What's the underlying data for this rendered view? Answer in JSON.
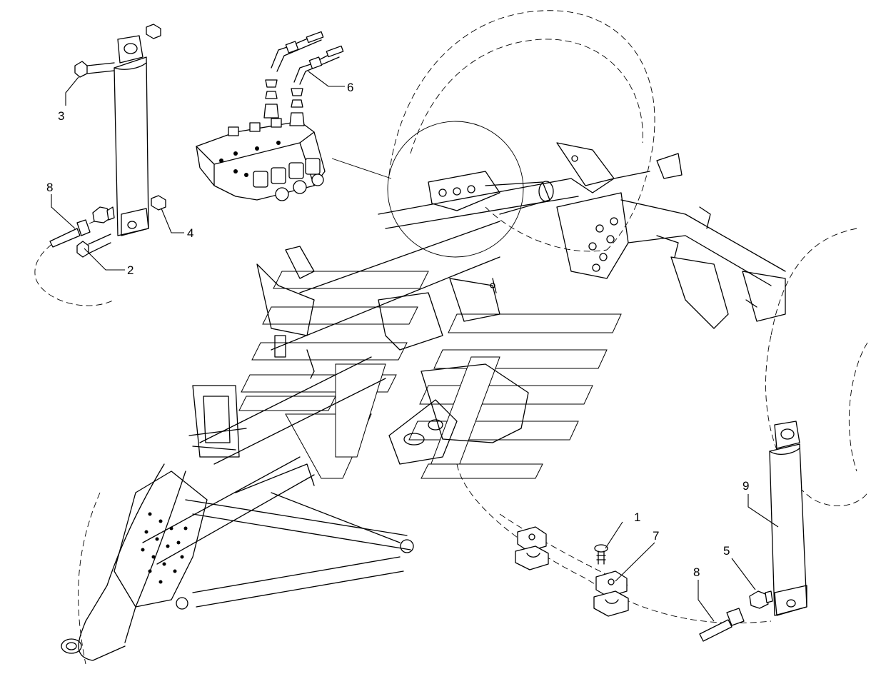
{
  "callouts": [
    {
      "id": "c1",
      "label": "1"
    },
    {
      "id": "c2",
      "label": "2"
    },
    {
      "id": "c3",
      "label": "3"
    },
    {
      "id": "c4",
      "label": "4"
    },
    {
      "id": "c5",
      "label": "5"
    },
    {
      "id": "c6",
      "label": "6"
    },
    {
      "id": "c7",
      "label": "7"
    },
    {
      "id": "c8a",
      "label": "8"
    },
    {
      "id": "c8b",
      "label": "8"
    },
    {
      "id": "c9",
      "label": "9"
    }
  ]
}
